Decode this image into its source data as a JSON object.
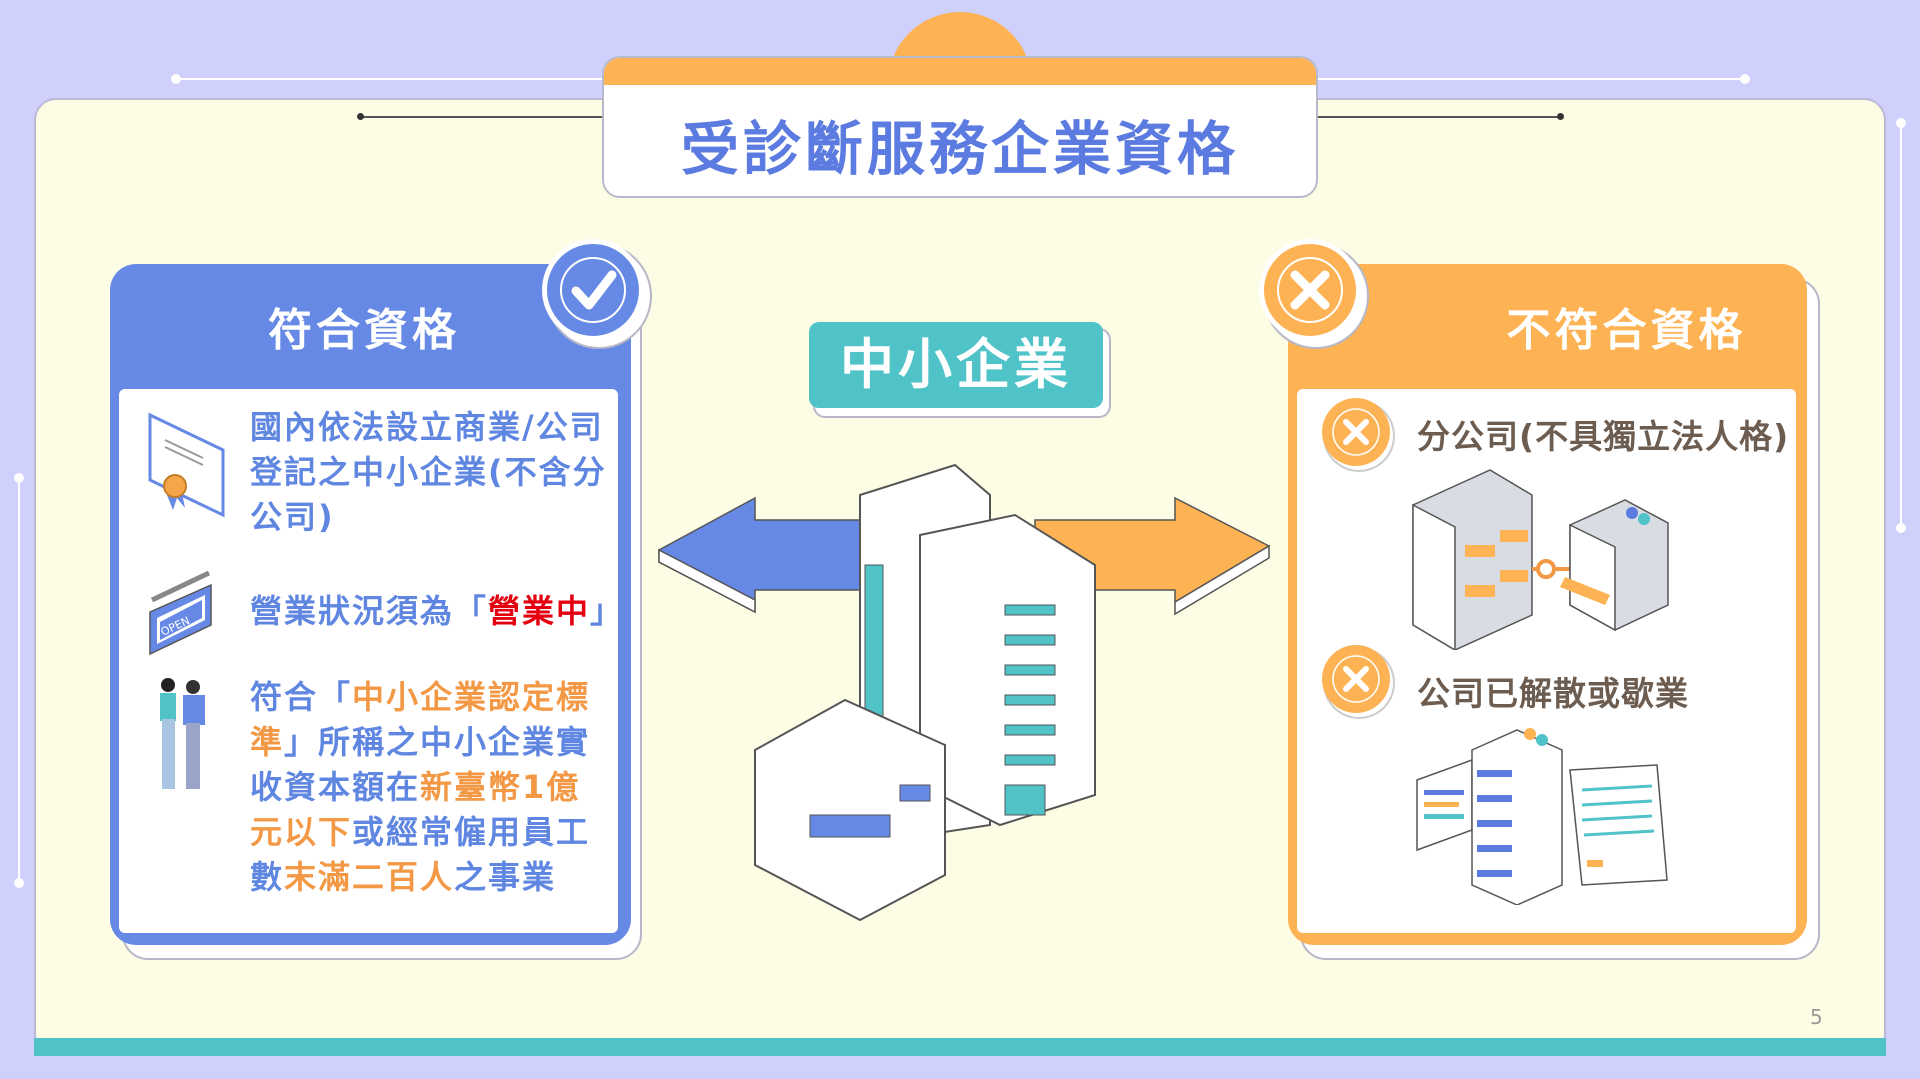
{
  "title": "受診斷服務企業資格",
  "center_label": "中小企業",
  "eligible": {
    "header": "符合資格",
    "icon": "check-icon",
    "items": [
      {
        "icon": "certificate-icon",
        "lines": [
          "國內依法設立商業/公司",
          "登記之中小企業(不含分",
          "公司)"
        ]
      },
      {
        "icon": "open-sign-icon",
        "before": "營業狀況須為「",
        "highlight": "營業中",
        "after": "」"
      },
      {
        "icon": "business-people-icon",
        "l1a": "符合「",
        "l1b": "中小企業認定標",
        "l2a": "準",
        "l2b": "」所稱之中小企業實",
        "l3a": "收資本額在",
        "l3b": "新臺幣1億",
        "l4a": "元以下",
        "l4b": "或經常僱用員工",
        "l5a": "數",
        "l5b": "末滿二百人",
        "l5c": "之事業"
      }
    ]
  },
  "ineligible": {
    "header": "不符合資格",
    "icon": "x-icon",
    "items": [
      {
        "icon": "x-circle-icon",
        "text": "分公司(不具獨立法人格)",
        "illustration": "branch-buildings-icon"
      },
      {
        "icon": "x-circle-icon",
        "text": "公司已解散或歇業",
        "illustration": "closed-business-icon"
      }
    ]
  },
  "page_number": "5",
  "colors": {
    "blue": "#6689e6",
    "orange": "#fdb354",
    "teal": "#4fc3c8",
    "background": "#d0d0fd",
    "panel": "#fdfde6"
  }
}
